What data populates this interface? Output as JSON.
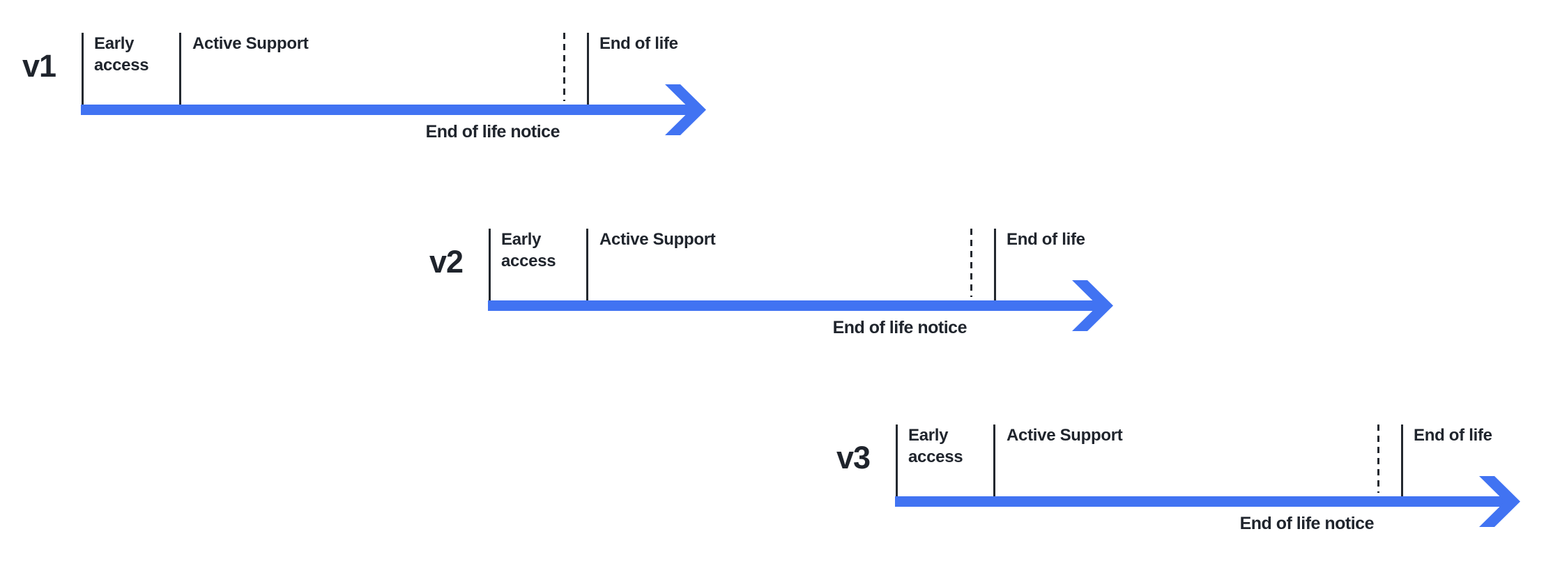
{
  "diagram": {
    "type": "version-lifecycle-timelines",
    "rows": [
      {
        "version": "v1",
        "early_access_label": "Early access",
        "active_support_label": "Active Support",
        "end_of_life_label": "End of life",
        "eol_notice_label": "End of life notice"
      },
      {
        "version": "v2",
        "early_access_label": "Early access",
        "active_support_label": "Active Support",
        "end_of_life_label": "End of life",
        "eol_notice_label": "End of life notice"
      },
      {
        "version": "v3",
        "early_access_label": "Early access",
        "active_support_label": "Active Support",
        "end_of_life_label": "End of life",
        "eol_notice_label": "End of life notice"
      }
    ]
  },
  "colors": {
    "accent_blue": "#4173F2",
    "text": "#1F242C",
    "tick": "#23282F",
    "background": "#FFFFFF"
  }
}
